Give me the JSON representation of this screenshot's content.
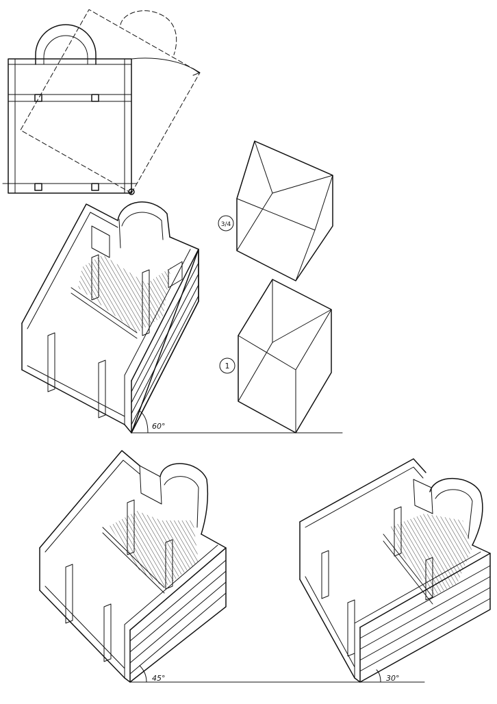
{
  "labels": {
    "angle_60": "60°",
    "angle_45": "45°",
    "angle_30": "30°",
    "scale_three_quarter": "3/4",
    "scale_one": "1"
  }
}
